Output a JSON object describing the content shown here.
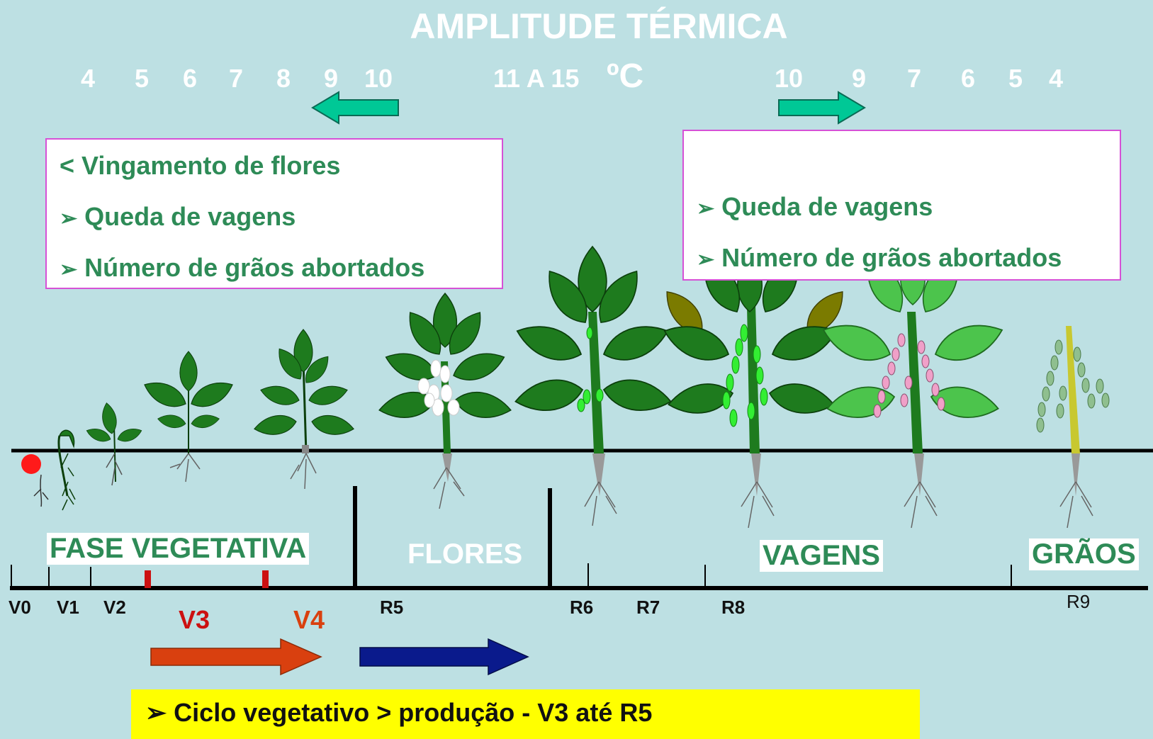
{
  "title": "AMPLITUDE TÉRMICA",
  "scale_left": [
    "4",
    "5",
    "6",
    "7",
    "8",
    "9",
    "10"
  ],
  "scale_center": "11 A 15",
  "scale_unit": "ºC",
  "scale_right": [
    "10",
    "9",
    "7",
    "6",
    "5",
    "4"
  ],
  "left_box": {
    "line1": "< Vingamento de flores",
    "line2": "Queda de vagens",
    "line3": "Número de grãos abortados"
  },
  "right_box": {
    "line1": "Queda de vagens",
    "line2": "Número de grãos abortados"
  },
  "bullet_glyph": "➢",
  "phases": {
    "vegetativa": "FASE VEGETATIVA",
    "flores": "FLORES",
    "vagens": "VAGENS",
    "graos": "GRÃOS"
  },
  "stages": {
    "v0": "V0",
    "v1": "V1",
    "v2": "V2",
    "v3": "V3",
    "v4": "V4",
    "r5": "R5",
    "r6": "R6",
    "r7": "R7",
    "r8": "R8",
    "r9": "R9"
  },
  "footer": "➢ Ciclo vegetativo > produção  -  V3 até R5",
  "colors": {
    "background": "#bde0e3",
    "teal_arrow": "#00c896",
    "green_text": "#2e8b57",
    "box_border": "#d651d6",
    "red_arrow": "#d9400f",
    "blue_arrow": "#0a1a8c",
    "footer_bg": "#ffff00",
    "dark_leaf": "#1e7b1e",
    "light_leaf": "#4cc44c"
  }
}
